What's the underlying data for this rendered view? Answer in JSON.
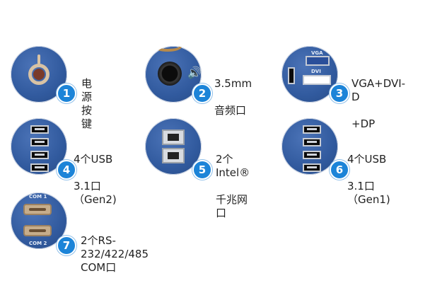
{
  "items": [
    {
      "num": "1",
      "label_lines": [
        "电源按键"
      ],
      "icon": "power-button-icon"
    },
    {
      "num": "2",
      "label_lines": [
        "3.5mm",
        "音频口"
      ],
      "icon": "audio-jack-icon"
    },
    {
      "num": "3",
      "label_lines": [
        "VGA+DVI-D",
        "+DP"
      ],
      "icon": "video-ports-icon",
      "port_labels": [
        "VGA",
        "DVI"
      ]
    },
    {
      "num": "4",
      "label_lines": [
        "4个USB",
        "3.1口（Gen2)"
      ],
      "icon": "usb-ports-icon"
    },
    {
      "num": "5",
      "label_lines": [
        "2个Intel®",
        "千兆网口"
      ],
      "icon": "ethernet-ports-icon"
    },
    {
      "num": "6",
      "label_lines": [
        "4个USB",
        "3.1口（Gen1)"
      ],
      "icon": "usb-ports-icon"
    },
    {
      "num": "7",
      "label_lines": [
        "2个RS-232/422/485 COM口"
      ],
      "icon": "com-ports-icon",
      "port_labels": [
        "COM 1",
        "COM 2"
      ]
    }
  ],
  "colors": {
    "badge": "#1c84d8",
    "panel": "#315a9e"
  }
}
